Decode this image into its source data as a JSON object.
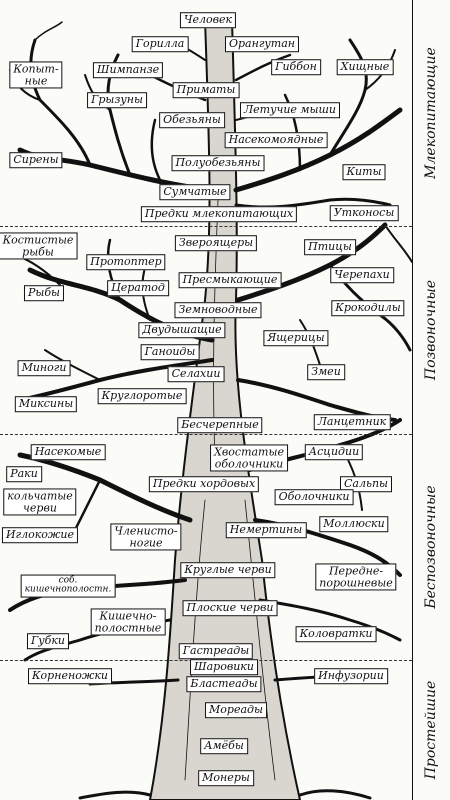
{
  "colors": {
    "ink": "#111111",
    "paper": "#fbfbf8",
    "label_bg": "#ffffff"
  },
  "sections": [
    {
      "title": "Млекопитающие"
    },
    {
      "title": "Позвоночные"
    },
    {
      "title": "Беспозвоночные"
    },
    {
      "title": "Простейшие"
    }
  ],
  "taxa": {
    "chelovek": "Человек",
    "gorilla": "Горилла",
    "orangutan": "Орангутан",
    "shimpanze": "Шимпанзе",
    "gibbon": "Гиббон",
    "kopytnye": "Копыт-\nные",
    "hishchnye": "Хищные",
    "gryzuny": "Грызуны",
    "primaty": "Приматы",
    "obezyany": "Обезьяны",
    "letuchie_myshi": "Летучие мыши",
    "nasekomoyadnye": "Насекомоядные",
    "sireny": "Сирены",
    "poluobezyany": "Полуобезьяны",
    "kity": "Киты",
    "sumchatye": "Сумчатые",
    "predki_mlekopitayushchih": "Предки млекопитающих",
    "utkonosy": "Утконосы",
    "kostistye_ryby": "Костистые\nрыбы",
    "zveroyashchery": "Звероящеры",
    "ptitsy": "Птицы",
    "protopter": "Протоптер",
    "cherepahi": "Черепахи",
    "ryby": "Рыбы",
    "tseratod": "Цератод",
    "presmykayushchiesya": "Пресмыкающие",
    "krokodily": "Крокодилы",
    "zemnovodnye": "Земноводные",
    "dvudyshashchie": "Двудышащие",
    "yashcheritsy": "Ящерицы",
    "ganoidy": "Ганоиды",
    "minogi": "Миноги",
    "zmei": "Змеи",
    "selahii": "Селахии",
    "miksiny": "Миксины",
    "kruglorotye": "Круглоротые",
    "beschrepnye": "Бесчерепные",
    "lantsetnik": "Ланцетник",
    "nasekomye": "Насекомые",
    "hvostatye_obolochniki": "Хвостатые\nоболочники",
    "astsidii": "Асцидии",
    "raki": "Раки",
    "salpy": "Сальпы",
    "predki_hordovyh": "Предки хордовых",
    "kolchatye_chervi": "кольчатые\nчерви",
    "obolochniki": "Оболочники",
    "igolokozhie": "Иглокожие",
    "chlenistonogie": "Членисто-\nногие",
    "nemertiny": "Немертины",
    "mollyuski": "Моллюски",
    "kruglye_chervi": "Круглые черви",
    "peredneporoshnevye": "Передне-\nпорошневые",
    "sob_kishechnopolostn": "соб.\nкишечнополостн.",
    "kishechnopolostnye": "Кишечно-\nполостные",
    "ploskie_chervi": "Плоские черви",
    "gubki": "Губки",
    "kolovratki": "Коловратки",
    "gastready": "Гастреады",
    "sharoviki": "Шаровики",
    "blasteady": "Бластеады",
    "korenonozhki": "Корненожки",
    "infuzorii": "Инфузории",
    "moready": "Мореады",
    "ameby": "Амёбы",
    "monery": "Монеры"
  }
}
